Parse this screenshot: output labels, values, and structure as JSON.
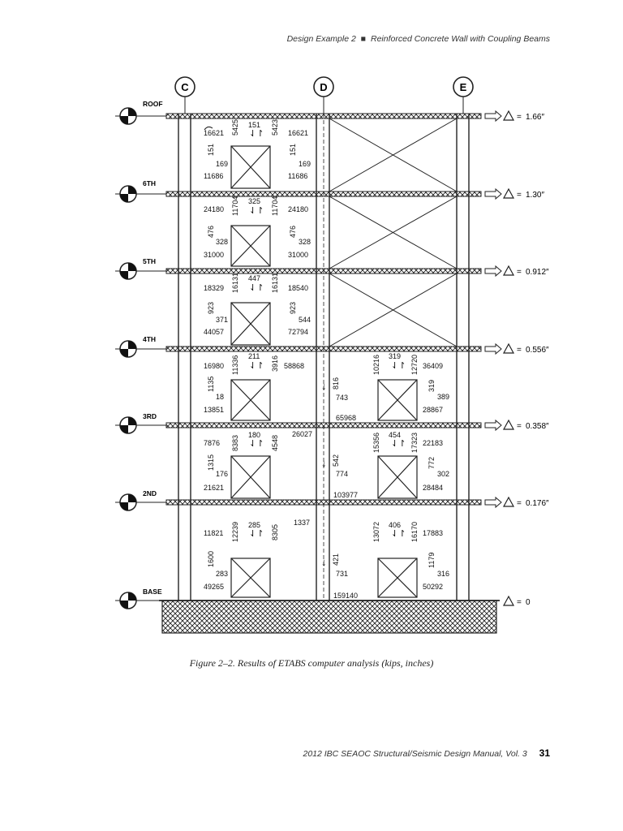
{
  "header": {
    "left": "Design Example 2",
    "sep": "■",
    "right": "Reinforced Concrete Wall with Coupling Beams"
  },
  "grid_labels": [
    "C",
    "D",
    "E"
  ],
  "levels": [
    {
      "name": "ROOF",
      "disp": "1.66″"
    },
    {
      "name": "6TH",
      "disp": "1.30″"
    },
    {
      "name": "5TH",
      "disp": "0.912″"
    },
    {
      "name": "4TH",
      "disp": "0.556″"
    },
    {
      "name": "3RD",
      "disp": "0.358″"
    },
    {
      "name": "2ND",
      "disp": "0.176″"
    },
    {
      "name": "BASE",
      "disp": "0"
    }
  ],
  "delta_symbol": "Δ",
  "left_pier": [
    {
      "mt": "16621",
      "v1": "5425",
      "beam": "151",
      "v2": "5423",
      "mr": "16621",
      "ax": "151",
      "shear": "169",
      "mb": "11686",
      "mbr": "11686"
    },
    {
      "mt": "24180",
      "v1": "11704",
      "beam": "325",
      "v2": "11704",
      "mr": "24180",
      "ax": "476",
      "shear": "328",
      "mb": "31000",
      "mbr": "31000"
    },
    {
      "mt": "18329",
      "v1": "16131",
      "beam": "447",
      "v2": "16131",
      "mr": "18540",
      "ax": "923",
      "shear": "371",
      "shear_r": "544",
      "mb": "44057",
      "mbr": "72794"
    },
    {
      "mt": "16980",
      "v1": "11336",
      "beam": "211",
      "v2": "3916",
      "mr": "58868",
      "ax": "1135",
      "shear": "18",
      "mb": "13851"
    },
    {
      "mt": "7876",
      "v1": "8383",
      "beam": "180",
      "v2": "4548",
      "ax": "1315",
      "shear": "176",
      "mb": "21621"
    },
    {
      "mt": "11821",
      "v1": "12239",
      "beam": "285",
      "v2": "8305",
      "ax": "1600",
      "shear": "283",
      "mb": "49265"
    }
  ],
  "center_wall": [
    {
      "axial": "816",
      "shear": "743",
      "moment": "65968",
      "ml": "26027"
    },
    {
      "axial": "542",
      "shear": "774",
      "moment": "103977"
    },
    {
      "axial": "421",
      "shear": "731",
      "moment": "159140",
      "ml": "1337"
    }
  ],
  "right_pier": [
    {
      "v1": "10216",
      "beam": "319",
      "v2": "12720",
      "mr": "36409",
      "ax": "319",
      "shear": "389",
      "mb": "28867"
    },
    {
      "v1": "15356",
      "beam": "454",
      "v2": "17323",
      "mr": "22183",
      "ax": "772",
      "shear": "302",
      "mb": "28484"
    },
    {
      "v1": "13072",
      "beam": "406",
      "v2": "16170",
      "mr": "17883",
      "ax": "1179",
      "shear": "316",
      "mb": "50292"
    }
  ],
  "caption": "Figure 2–2.  Results of ETABS computer analysis (kips, inches)",
  "footer": {
    "text": "2012 IBC SEAOC Structural/Seismic Design Manual, Vol. 3",
    "page": "31"
  },
  "colors": {
    "ink": "#1a1a1a",
    "slab_fill": "#d8d8d8"
  }
}
